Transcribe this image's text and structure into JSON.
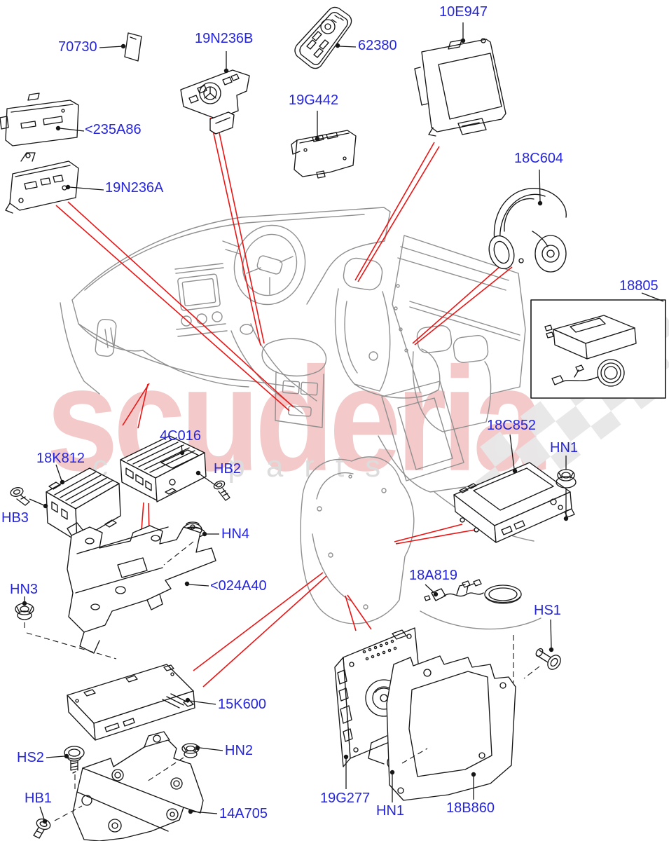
{
  "watermark": {
    "brand": "scuderia",
    "tagline": "car parts"
  },
  "colors": {
    "background": "#ffffff",
    "label_blue": "#2525dd",
    "leader_red": "#e91414",
    "line_black": "#161616",
    "interior_gray": "#8f8f8f",
    "watermark_pink": "#f3c9c9",
    "watermark_gray": "#dcdcdc",
    "checker_gray": "#e7e7e7"
  },
  "parts": [
    {
      "id": "70730",
      "label": "70730"
    },
    {
      "id": "235A86",
      "label": "<235A86"
    },
    {
      "id": "19N236A",
      "label": "19N236A"
    },
    {
      "id": "19N236B",
      "label": "19N236B"
    },
    {
      "id": "62380",
      "label": "62380"
    },
    {
      "id": "19G442",
      "label": "19G442"
    },
    {
      "id": "10E947",
      "label": "10E947"
    },
    {
      "id": "18C604",
      "label": "18C604"
    },
    {
      "id": "18805",
      "label": "18805"
    },
    {
      "id": "18K812",
      "label": "18K812"
    },
    {
      "id": "4C016",
      "label": "4C016"
    },
    {
      "id": "HB2",
      "label": "HB2"
    },
    {
      "id": "HB3",
      "label": "HB3"
    },
    {
      "id": "HN4",
      "label": "HN4"
    },
    {
      "id": "HN3",
      "label": "HN3"
    },
    {
      "id": "024A40",
      "label": "<024A40"
    },
    {
      "id": "18C852",
      "label": "18C852"
    },
    {
      "id": "HN1-top",
      "label": "HN1"
    },
    {
      "id": "18A819",
      "label": "18A819"
    },
    {
      "id": "HS1",
      "label": "HS1"
    },
    {
      "id": "15K600",
      "label": "15K600"
    },
    {
      "id": "HS2",
      "label": "HS2"
    },
    {
      "id": "HN2",
      "label": "HN2"
    },
    {
      "id": "HB1",
      "label": "HB1"
    },
    {
      "id": "14A705",
      "label": "14A705"
    },
    {
      "id": "19G277",
      "label": "19G277"
    },
    {
      "id": "HN1-bottom",
      "label": "HN1"
    },
    {
      "id": "18B860",
      "label": "18B860"
    }
  ]
}
